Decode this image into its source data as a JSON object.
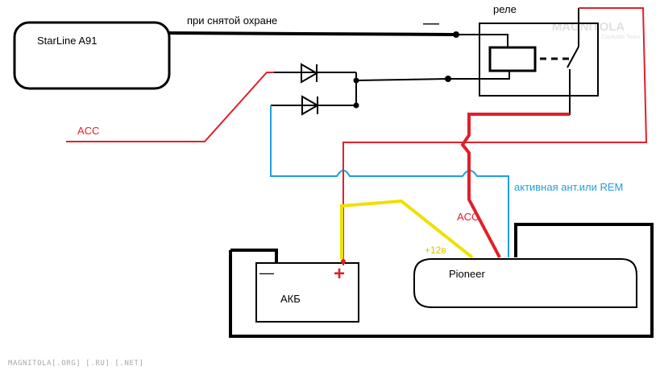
{
  "labels": {
    "device": "StarLine A91",
    "wire_disarmed": "при снятой охране",
    "relay": "реле",
    "acc_left": "ACC",
    "acc_mid": "ACC",
    "antenna": "активная ант.или REM",
    "plus12": "+12в",
    "battery": "АКБ",
    "head_unit": "Pioneer",
    "minus_wire": "—",
    "minus_batt": "—",
    "plus_batt": "+"
  },
  "watermark": {
    "brand": "MAGNITOLA",
    "sub": "CarAudio Team"
  },
  "footer": "MAGNITOLA[.ORG] [.RU] [.NET]",
  "colors": {
    "black": "#000000",
    "red": "#e0202a",
    "blue": "#1e9fdc",
    "yellow": "#f0e000",
    "footer": "#a8a8a8",
    "watermark": "#c8c8c8"
  }
}
